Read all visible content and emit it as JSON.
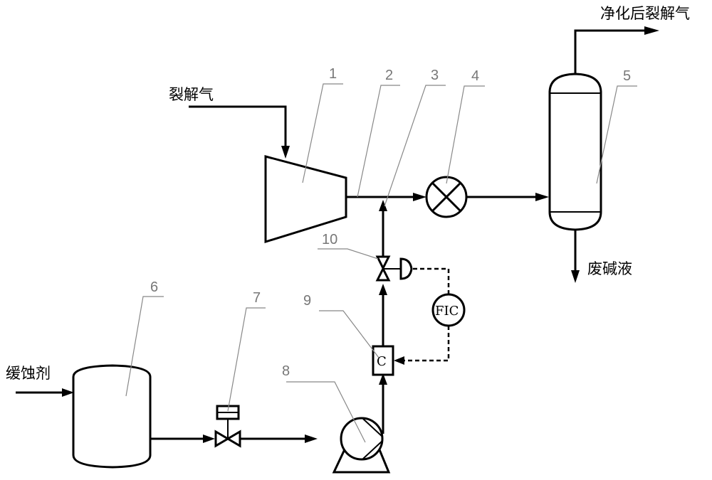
{
  "diagram": {
    "type": "process-flow",
    "streams": {
      "cracked_gas_in": "裂解气",
      "purified_gas_out": "净化后裂解气",
      "waste_caustic_out": "废碱液",
      "inhibitor_in": "缓蚀剂"
    },
    "instruments": {
      "flow_controller": "FIC",
      "converter": "C"
    },
    "equipment_numbers": {
      "compressor": "1",
      "pipe_outlet": "2",
      "injection_point": "3",
      "cooler": "4",
      "caustic_tower": "5",
      "inhibitor_tank": "6",
      "manual_valve": "7",
      "pump": "8",
      "converter": "9",
      "control_valve": "10"
    }
  }
}
